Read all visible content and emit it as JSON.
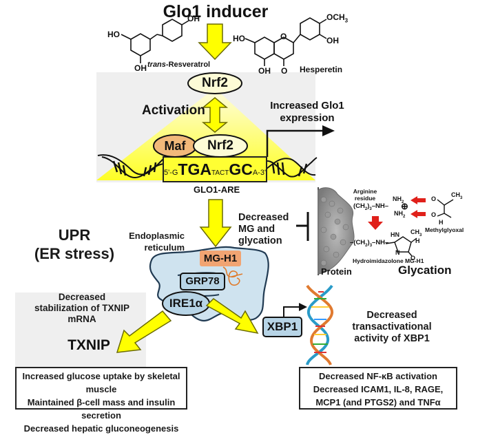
{
  "title": "Glo1 inducer",
  "compounds": {
    "resveratrol": {
      "name_italic": "trans",
      "name_rest": "-Resveratrol",
      "groups": [
        "HO",
        "OH",
        "OH"
      ]
    },
    "hesperetin": {
      "name": "Hesperetin",
      "groups": [
        "HO",
        "OH",
        "O",
        "OCH3",
        "OH",
        "O"
      ]
    }
  },
  "nrf2_top": "Nrf2",
  "activation_label": "Activation",
  "complex": {
    "maf": "Maf",
    "nrf2": "Nrf2"
  },
  "increased_expression": [
    "Increased Glo1",
    "expression"
  ],
  "are_sequence": {
    "prefix": "5'-G",
    "core1": "TGA",
    "spacer": "TACT",
    "core2": "GC",
    "suffix": "A-3'"
  },
  "are_label": "GLO1-ARE",
  "decreased_mg": [
    "Decreased",
    "MG and",
    "glycation"
  ],
  "upr": [
    "UPR",
    "(ER stress)"
  ],
  "er_label": [
    "Endoplasmic",
    "reticulum"
  ],
  "er_nodes": {
    "mgh1": "MG-H1",
    "grp78": "GRP78",
    "ire1a": "IRE1α",
    "xbp1": "XBP1"
  },
  "glycation_panel": {
    "arginine_label": [
      "Arginine",
      "residue"
    ],
    "arginine_chain": "(CH2)3–NH–",
    "nh2_top": "NH2",
    "nh2_bottom": "NH2",
    "plus": "⊕",
    "methylglyoxal": "Methylglyoxal",
    "mg_groups": [
      "O",
      "CH3",
      "O",
      "H"
    ],
    "product_chain": "–(CH2)3–NH–",
    "product_groups": [
      "HN",
      "CH3",
      "H",
      "N",
      "O"
    ],
    "product_name": "Hydroimidazolone MG-H1",
    "protein_label": "Protein",
    "glycation_label": "Glycation"
  },
  "txnip_text": [
    "Decreased",
    "stabilization of TXNIP",
    "mRNA"
  ],
  "txnip_label": "TXNIP",
  "xbp1_text": [
    "Decreased",
    "transactivational",
    "activity of XBP1"
  ],
  "outcome_left": [
    "Increased glucose uptake by skeletal muscle",
    "Maintained β-cell mass and  insulin secretion",
    "Decreased hepatic gluconeogenesis"
  ],
  "outcome_right": [
    "Decreased NF-κB activation",
    "Decreased ICAM1, IL-8, RAGE,",
    "MCP1 (and PTGS2) and TNFα"
  ],
  "colors": {
    "arrow_yellow": "#ffff00",
    "arrow_outline": "#6b6b00",
    "ellipse_fill": "#fdfbd6",
    "maf_fill": "#f2b97a",
    "er_fill": "#cfe3ef",
    "er_outline": "#203a52",
    "node_blue": "#b7d4e6",
    "mgh1_fill": "#f1a472",
    "mgh1_loop": "#e07a2a",
    "red_arrow": "#e0201a",
    "panel_grey": "#efefef"
  }
}
